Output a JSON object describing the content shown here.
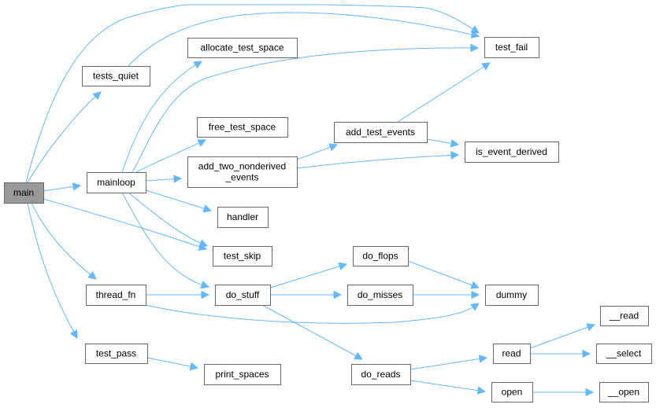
{
  "diagram": {
    "type": "call-graph",
    "edge_color": "#63b8ff",
    "node_border_color": "#666666",
    "root_fill_color": "#999999",
    "nodes": [
      {
        "id": "main",
        "label": [
          "main"
        ],
        "root": true
      },
      {
        "id": "tests_quiet",
        "label": [
          "tests_quiet"
        ]
      },
      {
        "id": "allocate_test_space",
        "label": [
          "allocate_test_space"
        ]
      },
      {
        "id": "test_fail",
        "label": [
          "test_fail"
        ]
      },
      {
        "id": "free_test_space",
        "label": [
          "free_test_space"
        ]
      },
      {
        "id": "mainloop",
        "label": [
          "mainloop"
        ]
      },
      {
        "id": "add_two_nonderived_events",
        "label": [
          "add_two_nonderived",
          "_events"
        ]
      },
      {
        "id": "add_test_events",
        "label": [
          "add_test_events"
        ]
      },
      {
        "id": "is_event_derived",
        "label": [
          "is_event_derived"
        ]
      },
      {
        "id": "handler",
        "label": [
          "handler"
        ]
      },
      {
        "id": "test_skip",
        "label": [
          "test_skip"
        ]
      },
      {
        "id": "do_flops",
        "label": [
          "do_flops"
        ]
      },
      {
        "id": "thread_fn",
        "label": [
          "thread_fn"
        ]
      },
      {
        "id": "do_stuff",
        "label": [
          "do_stuff"
        ]
      },
      {
        "id": "do_misses",
        "label": [
          "do_misses"
        ]
      },
      {
        "id": "dummy",
        "label": [
          "dummy"
        ]
      },
      {
        "id": "__read",
        "label": [
          "__read"
        ]
      },
      {
        "id": "test_pass",
        "label": [
          "test_pass"
        ]
      },
      {
        "id": "read",
        "label": [
          "read"
        ]
      },
      {
        "id": "__select",
        "label": [
          "__select"
        ]
      },
      {
        "id": "print_spaces",
        "label": [
          "print_spaces"
        ]
      },
      {
        "id": "do_reads",
        "label": [
          "do_reads"
        ]
      },
      {
        "id": "open",
        "label": [
          "open"
        ]
      },
      {
        "id": "__open",
        "label": [
          "__open"
        ]
      }
    ],
    "edges": [
      {
        "from": "main",
        "to": "test_fail"
      },
      {
        "from": "main",
        "to": "tests_quiet"
      },
      {
        "from": "main",
        "to": "mainloop"
      },
      {
        "from": "main",
        "to": "test_skip"
      },
      {
        "from": "main",
        "to": "thread_fn"
      },
      {
        "from": "main",
        "to": "test_pass"
      },
      {
        "from": "tests_quiet",
        "to": "test_fail"
      },
      {
        "from": "mainloop",
        "to": "allocate_test_space"
      },
      {
        "from": "mainloop",
        "to": "test_fail"
      },
      {
        "from": "mainloop",
        "to": "free_test_space"
      },
      {
        "from": "mainloop",
        "to": "add_two_nonderived_events"
      },
      {
        "from": "mainloop",
        "to": "handler"
      },
      {
        "from": "mainloop",
        "to": "test_skip"
      },
      {
        "from": "mainloop",
        "to": "do_stuff"
      },
      {
        "from": "add_two_nonderived_events",
        "to": "add_test_events"
      },
      {
        "from": "add_two_nonderived_events",
        "to": "is_event_derived"
      },
      {
        "from": "add_test_events",
        "to": "test_fail"
      },
      {
        "from": "add_test_events",
        "to": "is_event_derived"
      },
      {
        "from": "thread_fn",
        "to": "do_stuff"
      },
      {
        "from": "thread_fn",
        "to": "dummy"
      },
      {
        "from": "do_stuff",
        "to": "do_flops"
      },
      {
        "from": "do_stuff",
        "to": "do_misses"
      },
      {
        "from": "do_stuff",
        "to": "do_reads"
      },
      {
        "from": "do_flops",
        "to": "dummy"
      },
      {
        "from": "do_misses",
        "to": "dummy"
      },
      {
        "from": "do_reads",
        "to": "read"
      },
      {
        "from": "do_reads",
        "to": "open"
      },
      {
        "from": "read",
        "to": "__read"
      },
      {
        "from": "read",
        "to": "__select"
      },
      {
        "from": "open",
        "to": "__open"
      },
      {
        "from": "test_pass",
        "to": "print_spaces"
      }
    ]
  }
}
